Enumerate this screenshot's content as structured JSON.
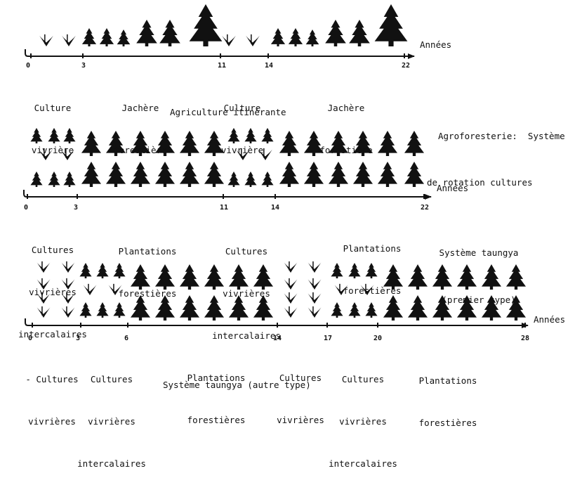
{
  "panel1": {
    "axis_label": "Années",
    "ticks": [
      "0",
      "3",
      "11",
      "14",
      "22"
    ],
    "labels": {
      "culture_a": [
        "Culture",
        "vivrière"
      ],
      "jachere_a": [
        "Jachère",
        "forestière"
      ],
      "culture_b": [
        "Culture",
        "vivrière"
      ],
      "jachere_b": [
        "Jachère",
        "forestière"
      ]
    },
    "caption": "Agriculture itinérante"
  },
  "agroforestry_heading": [
    "Agroforesterie:  Système",
    "de rotation cultures"
  ],
  "panel2": {
    "axis_label": "Années",
    "ticks": [
      "0",
      "3",
      "11",
      "14",
      "22"
    ],
    "labels": {
      "cultures_a": [
        "Cultures",
        "vivrières",
        "intercalaires"
      ],
      "plantations_a": [
        "Plantations",
        "forestières"
      ],
      "cultures_b": [
        "Cultures",
        "vivrières",
        "intercalaires"
      ],
      "plantations_b": [
        "Plantations",
        "forestières"
      ]
    },
    "caption": [
      "Système taungya",
      "(premier type)"
    ]
  },
  "panel3": {
    "axis_label": "Années",
    "ticks": [
      "0",
      "3",
      "6",
      "14",
      "17",
      "20",
      "28"
    ],
    "labels": {
      "cultures_a": [
        "- Cultures",
        "vivrières"
      ],
      "cultures_int_a": [
        "Cultures",
        "vivrières",
        "intercalaires"
      ],
      "plantations_a": [
        "Plantations",
        "forestières"
      ],
      "cultures_b": [
        "Cultures",
        "vivrières"
      ],
      "cultures_int_b": [
        "Cultures",
        "vivrières",
        "intercalaires"
      ],
      "plantations_b": [
        "Plantations",
        "forestières"
      ]
    },
    "caption": "Système taungya (autre type)"
  }
}
